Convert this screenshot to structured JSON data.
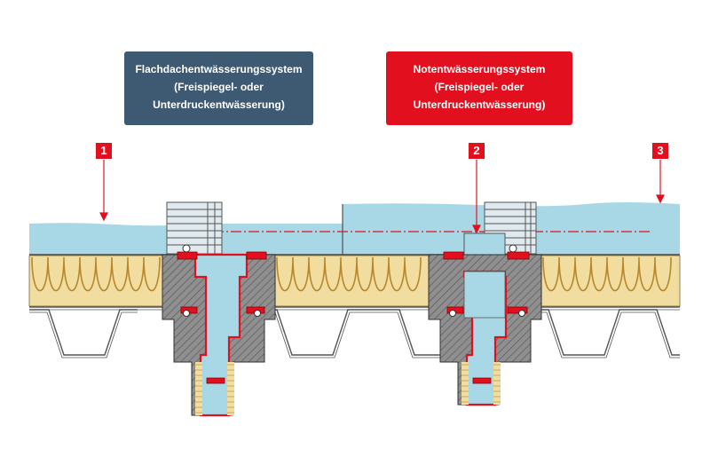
{
  "labels": {
    "left": {
      "line1": "Flachdachentwässerungssystem",
      "line2": "(Freispiegel- oder",
      "line3": "Unterdruckentwässerung)",
      "color": "#3e5a73"
    },
    "right": {
      "line1": "Notentwässerungssystem",
      "line2": "(Freispiegel- oder",
      "line3": "Unterdruckentwässerung)",
      "color": "#e2101f"
    }
  },
  "markers": [
    "1",
    "2",
    "3"
  ],
  "colors": {
    "water": "#a8d8e6",
    "insulation": "#f1dd9f",
    "insulation_line": "#b8862d",
    "concrete": "#8c8c8c",
    "seal": "#e2101f",
    "deck_line": "#555555",
    "accent_red": "#e2101f"
  }
}
